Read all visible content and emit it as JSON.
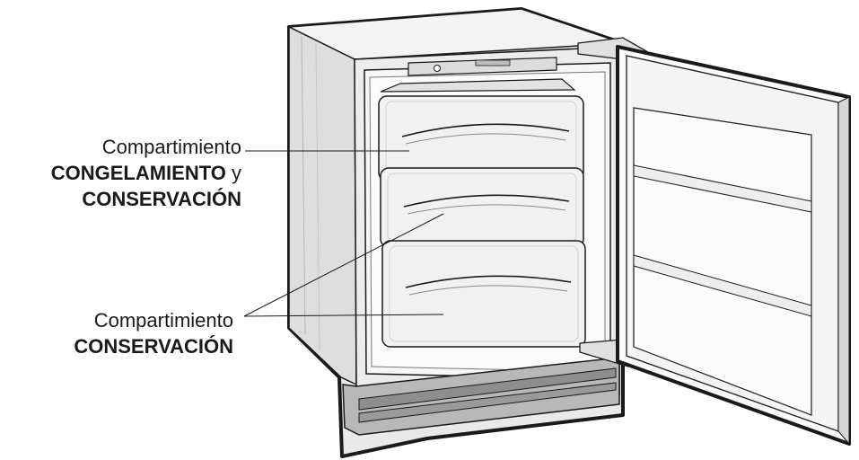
{
  "labels": {
    "top": {
      "line1": "Compartimiento",
      "line2_bold": "CONGELAMIENTO",
      "line2_tail": "y",
      "line3_bold": "CONSERVACIÓN"
    },
    "bottom": {
      "line1": "Compartimiento",
      "line2_bold": "CONSERVACIÓN"
    }
  },
  "colors": {
    "outline": "#1a1a1a",
    "cabinet_fill": "#e9e9e9",
    "interior_fill": "#f6f6f6",
    "drawer_fill": "#f1f1f1",
    "door_fill": "#fafafa",
    "kick_plate": "#9a9a9a"
  }
}
